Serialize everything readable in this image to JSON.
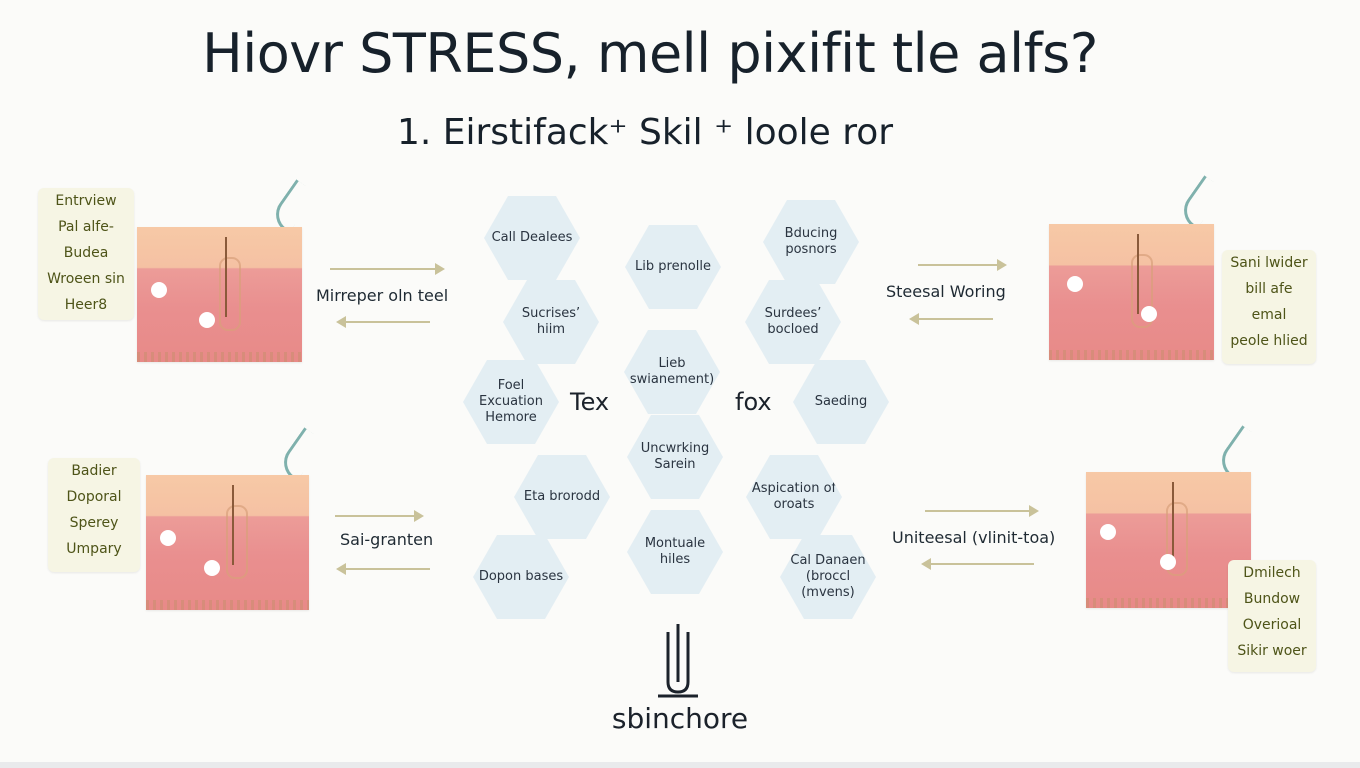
{
  "title": "Hiovr STRESS, mell pixifit tle alfs?",
  "subtitle": "1. Eirstifack⁺ Skil ⁺ loole ror",
  "panels": {
    "top_left": {
      "lines": [
        "Entrview",
        "Pal alfe-",
        "Budea",
        "Wroeen sin",
        "Heer8"
      ]
    },
    "bottom_left": {
      "lines": [
        "Badier",
        "Doporal",
        "Sperey",
        "Umpary"
      ]
    },
    "top_right": {
      "lines": [
        "Sani lwider",
        "bill afe",
        "emal",
        "peole hlied"
      ]
    },
    "bottom_right": {
      "lines": [
        "Dmilech",
        "Bundow",
        "Overioal",
        "Sikir woer"
      ]
    }
  },
  "arrow_labels": {
    "top_left": "Mirreper oln teel",
    "bottom_left": "Sai-granten",
    "top_right": "Steesal Woring",
    "bottom_right": "Uniteesal (vlinit-toa)"
  },
  "hexagons": {
    "call_dealees": "Call Dealees",
    "lib_prenolle": "Lib prenolle",
    "bducing_posnors": "Bducing posnors",
    "sucrises_hiim": "Sucrises’ hiim",
    "surdees_bocloed": "Surdees’ bocloed",
    "foel_excuation": "Foel Excuation Hemore",
    "lieb_suenement": "Lieb swianement)",
    "saeding": "Saeding",
    "uncwrking_sarein": "Uncwrking Sarein",
    "eta_brorodd": "Eta brorodd",
    "aspication": "Aspication of oroats",
    "dopon_bases": "Dopon bases",
    "montuale_hiles": "Montuale hiles",
    "cal_danaen": "Cal Danaen (broccl (mvens)"
  },
  "center": {
    "left_word": "Tex",
    "right_word": "fox"
  },
  "footer": "sbinchore",
  "colors": {
    "tissue_top": "#f7c9a6",
    "tissue_bottom": "#e98f8f",
    "hexagon": "#e3eef3",
    "label_box": "#f6f5e4",
    "label_text": "#4e5418",
    "arrow": "#c9c29a"
  }
}
